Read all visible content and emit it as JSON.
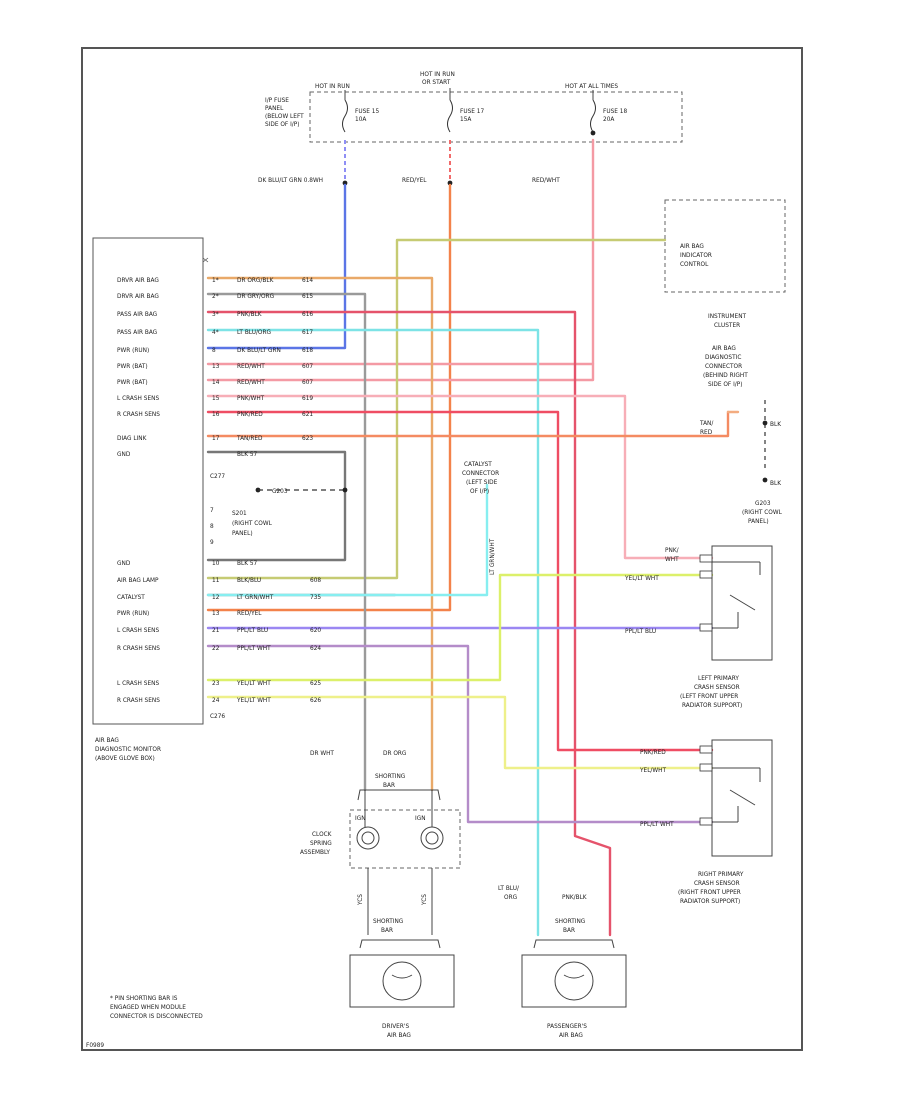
{
  "top_labels": {
    "ip_fuse_panel": [
      "I/P FUSE",
      "PANEL",
      "(BELOW LEFT",
      "SIDE OF I/P)"
    ],
    "hot_in_run": "HOT IN RUN",
    "hot_in_run_or_start": [
      "HOT IN RUN",
      "OR START"
    ],
    "hot_at_all_times": "HOT AT ALL TIMES",
    "fuse_left": [
      "FUSE 15",
      "10A"
    ],
    "fuse_mid": [
      "FUSE 17",
      "15A"
    ],
    "fuse_right": [
      "FUSE 18",
      "20A"
    ]
  },
  "wire_labels_top": {
    "left": "DK BLU/LT GRN  0.8WH",
    "mid": "RED/YEL",
    "right": "RED/WHT"
  },
  "right_components": {
    "airbag_indicator": [
      "AIR BAG",
      "INDICATOR",
      "CONTROL"
    ],
    "instrument_cluster": [
      "INSTRUMENT",
      "CLUSTER"
    ],
    "diag_connector": [
      "AIR BAG",
      "DIAGNOSTIC",
      "CONNECTOR",
      "(BEHIND RIGHT",
      "SIDE OF I/P)"
    ],
    "diag_wire": [
      "TAN/",
      "RED"
    ],
    "blk1": "BLK",
    "blk2": "BLK",
    "g203": [
      "G203",
      "(RIGHT COWL",
      "PANEL)"
    ],
    "left_sensor": [
      "LEFT PRIMARY",
      "CRASH SENSOR",
      "(LEFT FRONT UPPER",
      "RADIATOR SUPPORT)"
    ],
    "right_sensor": [
      "RIGHT PRIMARY",
      "CRASH SENSOR",
      "(RIGHT FRONT UPPER",
      "RADIATOR SUPPORT)"
    ],
    "pnk_wht": [
      "PNK/",
      "WHT"
    ],
    "yel_wht": "YEL/LT WHT",
    "ppl_blk": "PPL/LT BLU",
    "pnk_red": "PNK/RED",
    "yel_blk": "YEL/WHT",
    "ppl_wht": "PPL/LT WHT"
  },
  "module": {
    "title": [
      "AIR BAG",
      "DIAGNOSTIC MONITOR",
      "(ABOVE GLOVE BOX)"
    ],
    "upper_left_labels": [
      "DRVR AIR BAG",
      "DRVR AIR BAG",
      "PASS AIR BAG",
      "PASS AIR BAG",
      "PWR (RUN)",
      "PWR (BAT)",
      "PWR (BAT)",
      "L CRASH SENS",
      "R CRASH SENS",
      "DIAG LINK",
      "GND"
    ],
    "upper_pins": [
      "1*",
      "2*",
      "3*",
      "4*",
      "8",
      "13",
      "14",
      "15",
      "16",
      "17",
      ""
    ],
    "upper_wires": [
      {
        "name": "DR ORG/BLK",
        "num": "614"
      },
      {
        "name": "DR GRY/ORG",
        "num": "615"
      },
      {
        "name": "PNK/BLK",
        "num": "616"
      },
      {
        "name": "LT BLU/ORG",
        "num": "617"
      },
      {
        "name": "DK BLU/LT GRN",
        "num": "618"
      },
      {
        "name": "RED/WHT",
        "num": "607"
      },
      {
        "name": "RED/WHT",
        "num": "607"
      },
      {
        "name": "PNK/WHT",
        "num": "619"
      },
      {
        "name": "PNK/RED",
        "num": "621"
      },
      {
        "name": "TAN/RED",
        "num": "623"
      }
    ],
    "gnd_wire": "BLK  57",
    "c277": "C277",
    "g203_label": "G203",
    "s201_note": [
      "S201",
      "(RIGHT COWL",
      "PANEL)"
    ],
    "small_pins": [
      "7",
      "8",
      "9"
    ],
    "lower_left_labels": [
      "GND",
      "AIR BAG LAMP",
      "CATALYST",
      "PWR (RUN)",
      "L CRASH SENS",
      "R CRASH SENS",
      "",
      "L CRASH SENS",
      "R CRASH SENS"
    ],
    "lower_pins": [
      "10",
      "11",
      "12",
      "13",
      "21",
      "22",
      "23",
      "24"
    ],
    "lower_wires": [
      {
        "name": "BLK  57",
        "num": ""
      },
      {
        "name": "BLK/BLU",
        "num": "608"
      },
      {
        "name": "LT GRN/WHT",
        "num": "735"
      },
      {
        "name": "RED/YEL",
        "num": ""
      },
      {
        "name": "PPL/LT BLU",
        "num": "620"
      },
      {
        "name": "PPL/LT WHT",
        "num": "624"
      },
      {
        "name": "YEL/LT WHT",
        "num": "625"
      },
      {
        "name": "YEL/LT WHT",
        "num": "626"
      }
    ],
    "c276": "C276"
  },
  "middle": {
    "catalyst_connector": [
      "CATALYST",
      "CONNECTOR",
      "(LEFT SIDE",
      "OF I/P)"
    ],
    "catalyst_wire": "LT GRN/WHT",
    "dk_wht": "DR WHT",
    "dr_org": "DR ORG",
    "shorting_bar_top": [
      "SHORTING",
      "BAR"
    ],
    "clock_spring": [
      "CLOCK",
      "SPRING",
      "ASSEMBLY"
    ],
    "ign": "IGN",
    "ign2": "IGN",
    "yel_a": "YCS",
    "yel_b": "YCS",
    "shorting_bar_drv": [
      "SHORTING",
      "BAR"
    ],
    "shorting_bar_pass": [
      "SHORTING",
      "BAR"
    ],
    "pass_wire_left": [
      "LT BLU/",
      "ORG"
    ],
    "pass_wire_right": "PNK/BLK",
    "drv_label": [
      "DRIVER'S",
      "AIR BAG"
    ],
    "pass_label": [
      "PASSENGER'S",
      "AIR BAG"
    ],
    "footnote": [
      "* PIN SHORTING BAR IS",
      "ENGAGED WHEN MODULE",
      "CONNECTOR IS DISCONNECTED"
    ],
    "page_code": "F0989"
  }
}
